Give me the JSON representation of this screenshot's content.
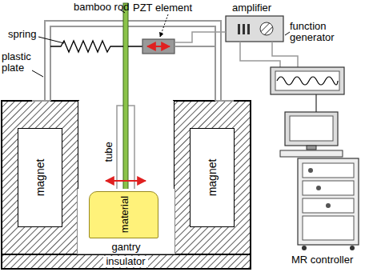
{
  "diagram": {
    "nodes": [
      {
        "text": [
          "magnet"
        ]
      },
      {
        "text": [
          "magnet"
        ]
      },
      {
        "text": [
          "gantry"
        ]
      },
      {
        "text": [
          "material"
        ],
        "in": 2
      }
    ],
    "labels": [
      "bamboo rod",
      "PZT element",
      "amplifier",
      "spring",
      "plastic plate",
      "function generator",
      "tube",
      "insulator",
      "MR controller"
    ]
  }
}
